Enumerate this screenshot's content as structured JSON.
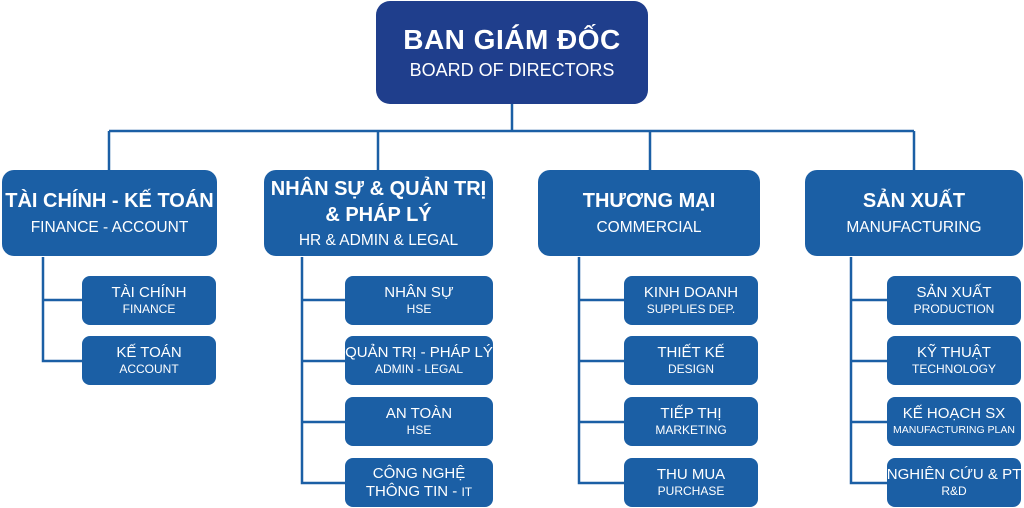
{
  "colors": {
    "root": "#1f3e8c",
    "department": "#1b5fa5",
    "connector": "#1b5fa5"
  },
  "root": {
    "title": "BAN GIÁM ĐỐC",
    "subtitle": "BOARD OF DIRECTORS"
  },
  "departments": [
    {
      "title": "TÀI CHÍNH - KẾ TOÁN",
      "subtitle": "FINANCE - ACCOUNT",
      "units": [
        {
          "title": "TÀI CHÍNH",
          "subtitle": "FINANCE"
        },
        {
          "title": "KẾ TOÁN",
          "subtitle": "ACCOUNT"
        }
      ]
    },
    {
      "title_line1": "NHÂN SỰ & QUẢN TRỊ",
      "title_line2": "& PHÁP LÝ",
      "subtitle": "HR & ADMIN & LEGAL",
      "units": [
        {
          "title": "NHÂN SỰ",
          "subtitle": "HSE"
        },
        {
          "title": "QUẢN TRỊ - PHÁP LÝ",
          "subtitle": "ADMIN - LEGAL"
        },
        {
          "title": "AN TOÀN",
          "subtitle": "HSE"
        },
        {
          "title_line1": "CÔNG NGHỆ",
          "title_line2": "THÔNG TIN - ",
          "title_suffix": "IT"
        }
      ]
    },
    {
      "title": "THƯƠNG MẠI",
      "subtitle": "COMMERCIAL",
      "units": [
        {
          "title": "KINH DOANH",
          "subtitle": "SUPPLIES DEP."
        },
        {
          "title": "THIẾT KẾ",
          "subtitle": "DESIGN"
        },
        {
          "title": "TIẾP THỊ",
          "subtitle": "MARKETING"
        },
        {
          "title": "THU MUA",
          "subtitle": "PURCHASE"
        }
      ]
    },
    {
      "title": "SẢN XUẤT",
      "subtitle": "MANUFACTURING",
      "units": [
        {
          "title": "SẢN XUẤT",
          "subtitle": "PRODUCTION"
        },
        {
          "title": "KỸ THUẬT",
          "subtitle": "TECHNOLOGY"
        },
        {
          "title": "KẾ HOẠCH SX",
          "subtitle": "MANUFACTURING PLAN"
        },
        {
          "title": "NGHIÊN CỨU & PT",
          "subtitle": "R&D"
        }
      ]
    }
  ]
}
